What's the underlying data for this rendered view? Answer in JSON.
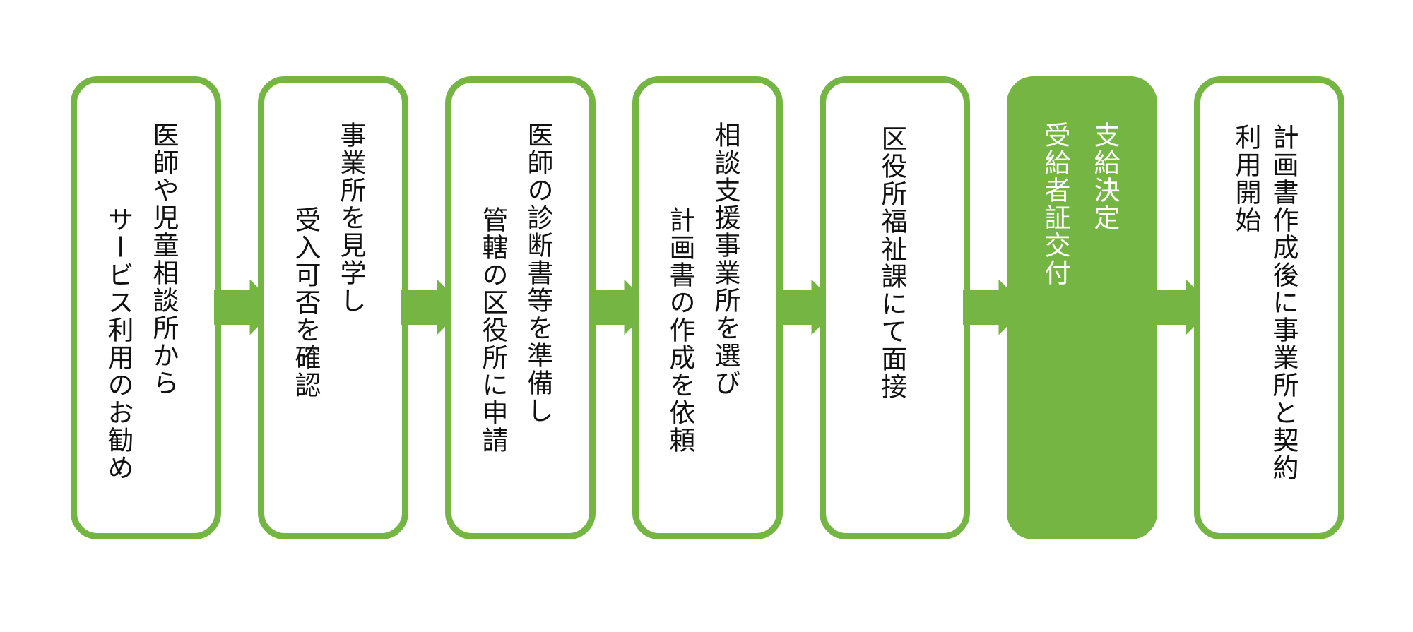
{
  "colors": {
    "green": "#74B544",
    "text": "#111111",
    "arrow_outline": "#ffffff",
    "background": "#ffffff"
  },
  "flow": {
    "type": "horizontal-process-flowchart",
    "direction": "left-to-right",
    "boxes": [
      {
        "step": 1,
        "style": "outlined",
        "lines": [
          "医師や児童相談所から",
          "サービス利用のお勧め"
        ]
      },
      {
        "step": 2,
        "style": "outlined",
        "lines": [
          "事業所を見学し",
          "受入可否を確認"
        ]
      },
      {
        "step": 3,
        "style": "outlined",
        "lines": [
          "医師の診断書等を準備し",
          "管轄の区役所に申請"
        ]
      },
      {
        "step": 4,
        "style": "outlined",
        "lines": [
          "相談支援事業所を選び",
          "計画書の作成を依頼"
        ]
      },
      {
        "step": 5,
        "style": "outlined",
        "lines": [
          "区役所福祉課にて面接"
        ]
      },
      {
        "step": 6,
        "style": "filled",
        "lines": [
          "支給決定",
          "受給者証交付"
        ]
      },
      {
        "step": 7,
        "style": "outlined",
        "lines": [
          "計画書作成後に事業所と契約",
          "利用開始"
        ]
      }
    ]
  }
}
